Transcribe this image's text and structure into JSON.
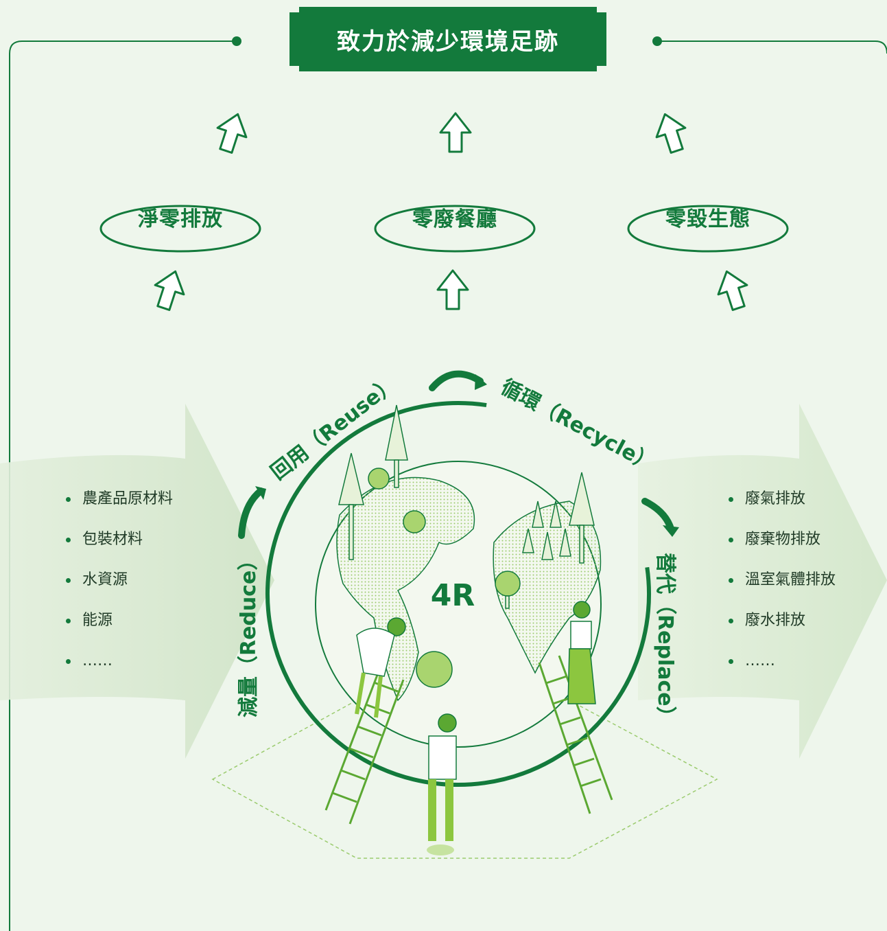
{
  "title": "致力於減少環境足跡",
  "goals": [
    "淨零排放",
    "零廢餐廳",
    "零毀生態"
  ],
  "center_label": "4R",
  "cycle_labels": {
    "reduce": "減量（Reduce）",
    "reuse": "回用（Reuse）",
    "recycle": "循環（Recycle）",
    "replace": "替代（Replace）"
  },
  "inputs": [
    "農產品原材料",
    "包裝材料",
    "水資源",
    "能源",
    "……"
  ],
  "outputs": [
    "廢氣排放",
    "廢棄物排放",
    "溫室氣體排放",
    "廢水排放",
    "……"
  ],
  "colors": {
    "primary": "#137a3c",
    "light_green": "#8cc63f",
    "background": "#eef6ec",
    "arrow_band": "#dcebd6"
  }
}
